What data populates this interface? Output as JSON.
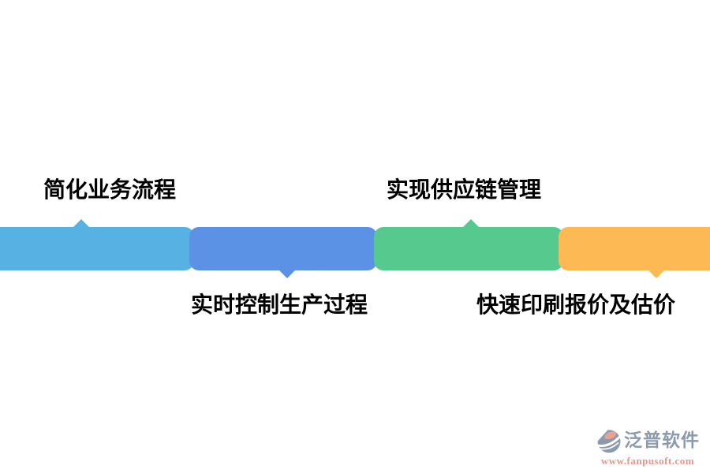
{
  "page": {
    "background": "#FFFFFF"
  },
  "diagram": {
    "type": "horizontal-feature-bar",
    "label_color": "#000000",
    "segments": [
      {
        "label": "简化业务流程",
        "color": "#57B2E3",
        "pointer": "up"
      },
      {
        "label": "实时控制生产过程",
        "color": "#5B92E5",
        "pointer": "down"
      },
      {
        "label": "实现供应链管理",
        "color": "#55C98E",
        "pointer": "up"
      },
      {
        "label": "快速印刷报价及估价",
        "color": "#FDB954",
        "pointer": "down"
      }
    ]
  },
  "watermark": {
    "brand": "泛普软件",
    "url": "www.fanpusoft.com",
    "brand_color": "#8C9AAE",
    "url_color": "#E6978C",
    "logo": {
      "name": "fanpu-logo",
      "base_color": "#8C9AAE",
      "accent_color": "#E8A291",
      "detail_color": "#FFFFFF"
    }
  }
}
